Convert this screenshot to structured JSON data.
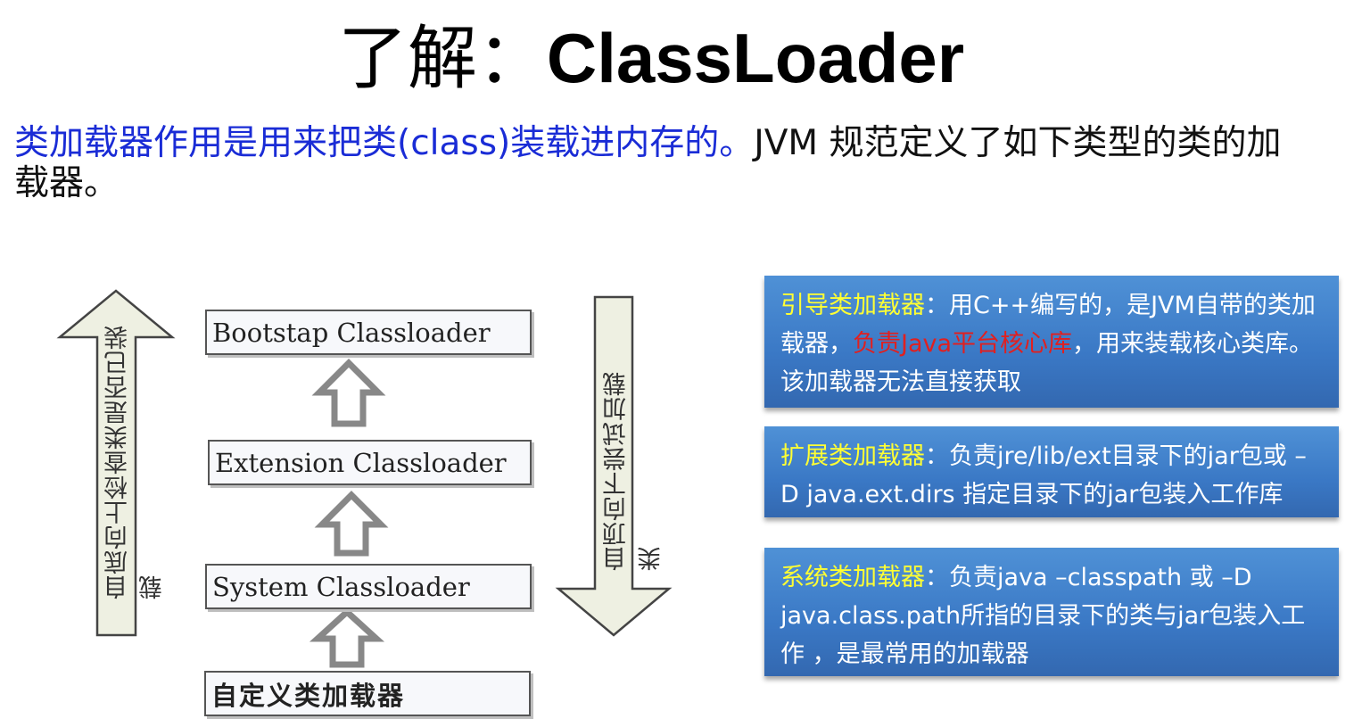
{
  "title": {
    "prefix": "了解：",
    "latin": "ClassLoader"
  },
  "intro": {
    "blue_part": "类加载器作用是用来把类(class)装载进内存的。",
    "black_part": "JVM 规范定义了如下类型的类的加载器。"
  },
  "diagram": {
    "boxes": {
      "bootstrap": "Bootstap Classloader",
      "extension": "Extension Classloader",
      "system": "System Classloader",
      "custom": "自定义类加载器"
    },
    "up_arrow_label": "自底向上检查类是否已装载",
    "down_arrow_label": "自顶向下尝试加载类"
  },
  "info_boxes": {
    "bootstrap": {
      "key": "引导类加载器",
      "colon": "：",
      "text1": "用C++编写的，是JVM自带的类加载器，",
      "red": "负责Java平台核心库",
      "text2": "，用来装载核心类库。该加载器无法直接获取"
    },
    "extension": {
      "key": "扩展类加载器",
      "colon": "：",
      "text": "负责jre/lib/ext目录下的jar包或 –D java.ext.dirs 指定目录下的jar包装入工作库"
    },
    "system": {
      "key": "系统类加载器",
      "colon": "：",
      "text": "负责java –classpath 或 –D java.class.path所指的目录下的类与jar包装入工作 ，是最常用的加载器"
    }
  },
  "colors": {
    "intro_blue": "#1a2cd6",
    "info_bg": "#3a78c5",
    "info_key": "#ffff33",
    "info_red": "#e02020",
    "arrow_fill": "#eef0e2"
  }
}
